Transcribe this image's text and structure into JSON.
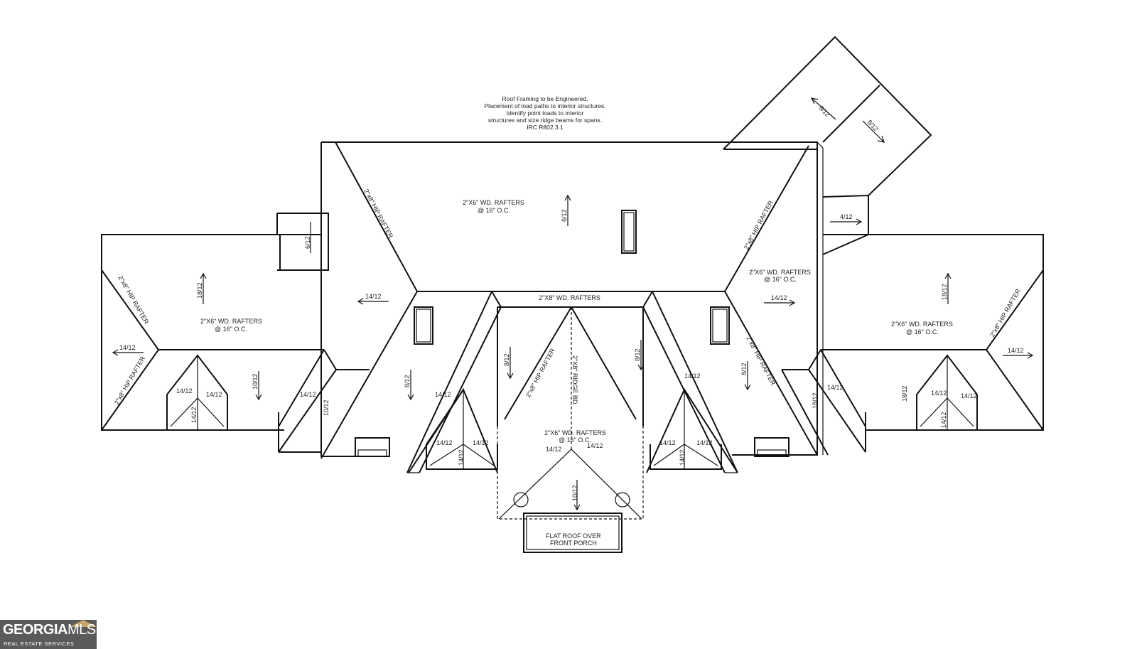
{
  "notes": {
    "engineering": [
      "Roof Framing to be Engineered.",
      "Placement of load paths to interior structures.",
      "Identify point loads to interior",
      "structures and size ridge beams for spans.",
      "IRC R802.3.1"
    ]
  },
  "labels": {
    "rafters_2x6_a": "2\"X6\" WD. RAFTERS",
    "rafters_oc_a": "@ 16\" O.C.",
    "rafters_2x8": "2\"X8\" WD. RAFTERS",
    "rafters_oc_porch": "@ 16\" O.C.",
    "hip_rafter": "2\"x8\" HIP RAFTER",
    "ridge_bd": "2\"X8\" RIDGE BD.",
    "flat_roof_1": "FLAT ROOF OVER",
    "flat_roof_2": "FRONT PORCH"
  },
  "pitches": {
    "p612": "6/12",
    "p812": "8/12",
    "p1012": "10/12",
    "p1412": "14/12",
    "p1812": "18/12",
    "p412": "4/12"
  },
  "logo": {
    "brand_a": "GEORGIA",
    "brand_b": "MLS",
    "tagline": "REAL ESTATE SERVICES",
    "accent": "#c7a66d"
  }
}
